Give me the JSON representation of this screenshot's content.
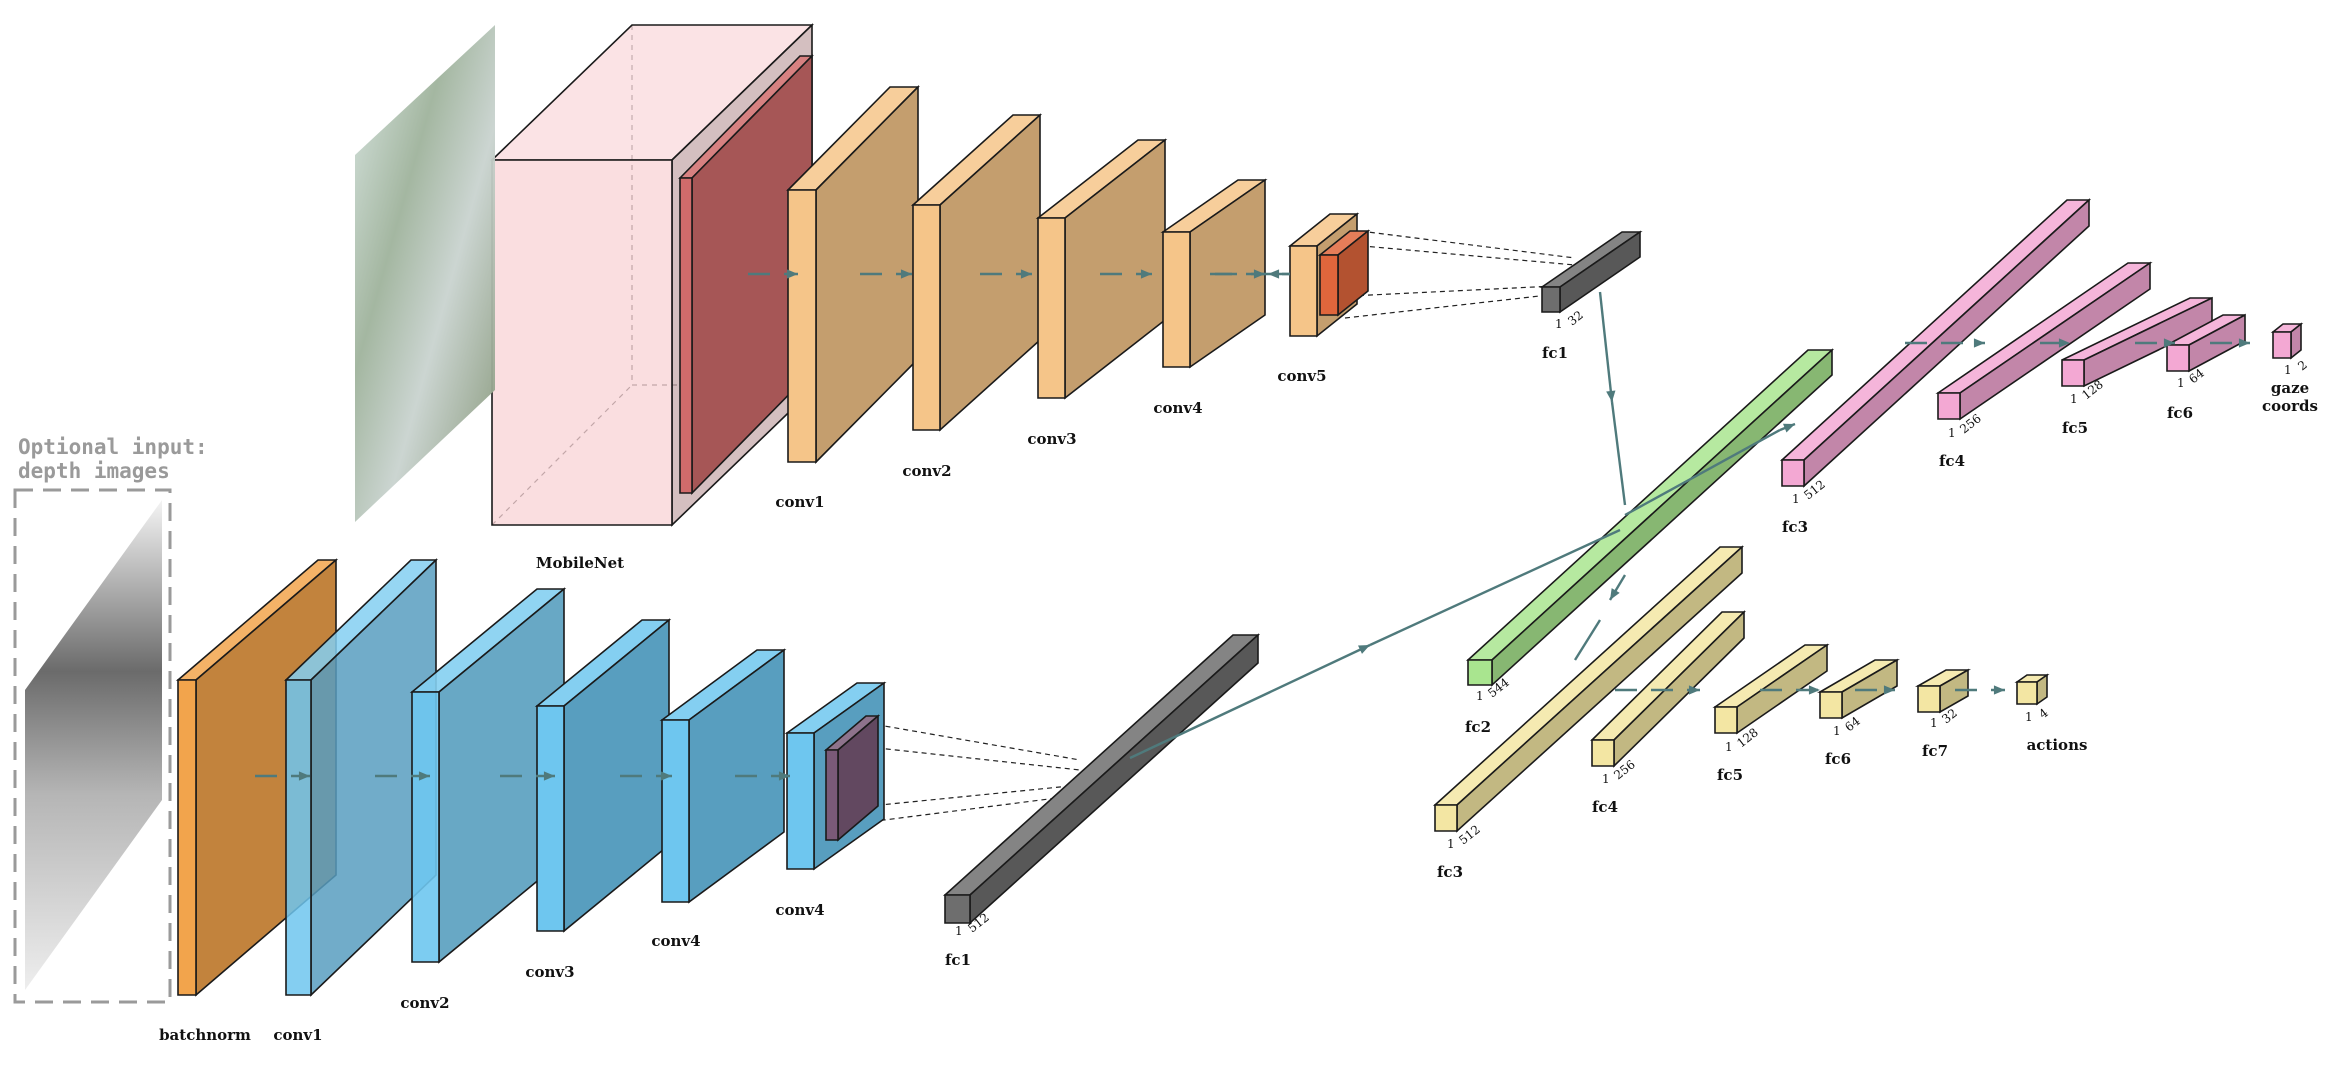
{
  "optional_input": {
    "line1": "Optional input:",
    "line2": "depth images"
  },
  "colors": {
    "mobilenet_light": "#f8d3d6",
    "mobilenet_dark": "#d06b6b",
    "rgb_conv": "#f5c589",
    "rgb_conv5_inner": "#e0663c",
    "batchnorm": "#f2a44c",
    "depth_conv": "#6ec6ef",
    "depth_conv4_inner": "#7a5a78",
    "fc_dark": "#6e6e6e",
    "fc2": "#a9e58f",
    "gaze_fc": "#f3a8d3",
    "action_fc": "#f3e6a3",
    "arrow": "#4f7a7c"
  },
  "rgb_branch": {
    "mobilenet": "MobileNet",
    "conv1": "conv1",
    "conv2": "conv2",
    "conv3": "conv3",
    "conv4": "conv4",
    "conv5": "conv5",
    "fc1": "fc1",
    "fc1_dims": [
      "1",
      "32"
    ]
  },
  "depth_branch": {
    "batchnorm": "batchnorm",
    "conv1": "conv1",
    "conv2": "conv2",
    "conv3": "conv3",
    "conv4a": "conv4",
    "conv4b": "conv4",
    "fc1": "fc1",
    "fc1_dims": [
      "1",
      "512"
    ]
  },
  "fc2": {
    "label": "fc2",
    "dims": [
      "1",
      "544"
    ]
  },
  "gaze_head": {
    "fc3": {
      "label": "fc3",
      "dims": [
        "1",
        "512"
      ]
    },
    "fc4": {
      "label": "fc4",
      "dims": [
        "1",
        "256"
      ]
    },
    "fc5": {
      "label": "fc5",
      "dims": [
        "1",
        "128"
      ]
    },
    "fc6": {
      "label": "fc6",
      "dims": [
        "1",
        "64"
      ]
    },
    "out": {
      "label_line1": "gaze",
      "label_line2": "coords",
      "dims": [
        "1",
        "2"
      ]
    }
  },
  "action_head": {
    "fc3": {
      "label": "fc3",
      "dims": [
        "1",
        "512"
      ]
    },
    "fc4": {
      "label": "fc4",
      "dims": [
        "1",
        "256"
      ]
    },
    "fc5": {
      "label": "fc5",
      "dims": [
        "1",
        "128"
      ]
    },
    "fc6": {
      "label": "fc6",
      "dims": [
        "1",
        "64"
      ]
    },
    "fc7": {
      "label": "fc7",
      "dims": [
        "1",
        "32"
      ]
    },
    "out": {
      "label": "actions",
      "dims": [
        "1",
        "4"
      ]
    }
  }
}
